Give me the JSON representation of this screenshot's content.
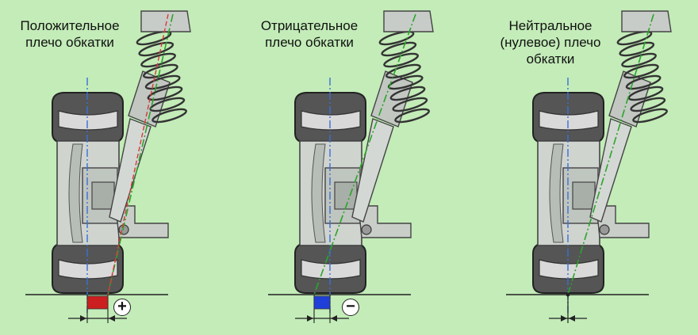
{
  "labels": {
    "positive": [
      "Положительное",
      "плечо обкатки"
    ],
    "negative": [
      "Отрицательное",
      "плечо обкатки"
    ],
    "neutral": [
      "Нейтральное",
      "(нулевое) плечо",
      "обкатки"
    ]
  },
  "signs": {
    "positive": "+",
    "negative": "−"
  },
  "colors": {
    "background": "#c3ecb8",
    "positive_marker": "#cc1f1f",
    "negative_marker": "#1f3fd8",
    "axis_blue": "#3a6fd8",
    "axis_green": "#2aa52a",
    "axis_red": "#d83a3a"
  },
  "icons": [
    "plus-sign-icon",
    "minus-sign-icon"
  ]
}
